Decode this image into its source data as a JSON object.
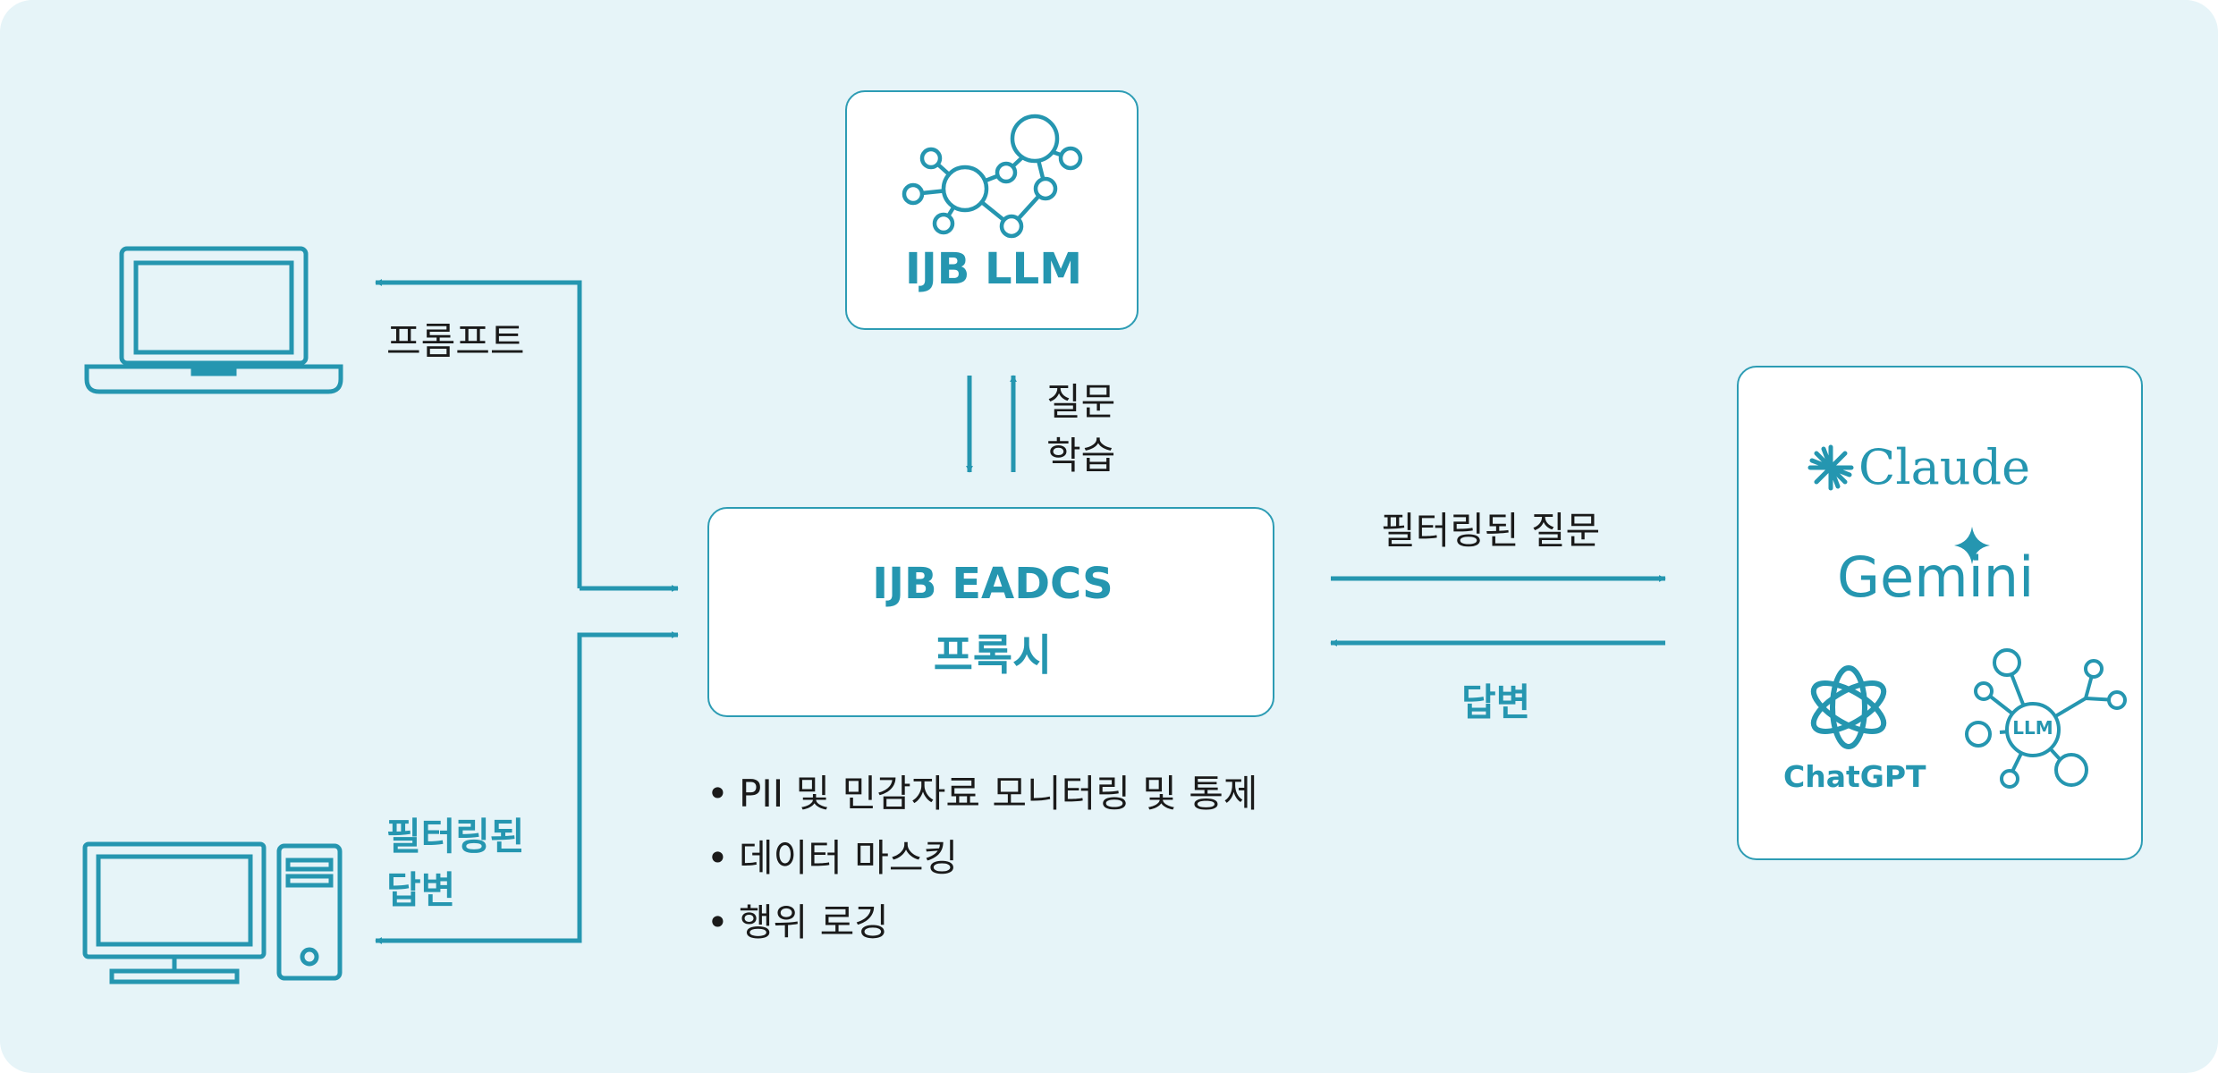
{
  "llm_box": {
    "title": "IJB LLM"
  },
  "proxy_box": {
    "line1": "IJB EADCS",
    "line2": "프록시"
  },
  "left_labels": {
    "prompt": "프롬프트",
    "filtered_answer_line1": "필터링된",
    "filtered_answer_line2": "답변"
  },
  "vertical_labels": {
    "question": "질문",
    "learning": "학습"
  },
  "right_labels": {
    "filtered_question": "필터링된 질문",
    "answer": "답변"
  },
  "features": [
    "PII 및 민감자료 모니터링 및 통제",
    "데이터 마스킹",
    "행위 로깅"
  ],
  "providers": {
    "claude": "Claude",
    "gemini": "Gemini",
    "chatgpt": "ChatGPT",
    "llm_badge": "LLM"
  },
  "colors": {
    "accent": "#2596b0",
    "background": "#e6f4f8",
    "text": "#1a1a1a"
  },
  "icons": [
    "laptop-icon",
    "desktop-computer-icon",
    "network-graph-icon",
    "claude-spark-icon",
    "gemini-star-icon",
    "openai-knot-icon",
    "llm-network-icon"
  ]
}
